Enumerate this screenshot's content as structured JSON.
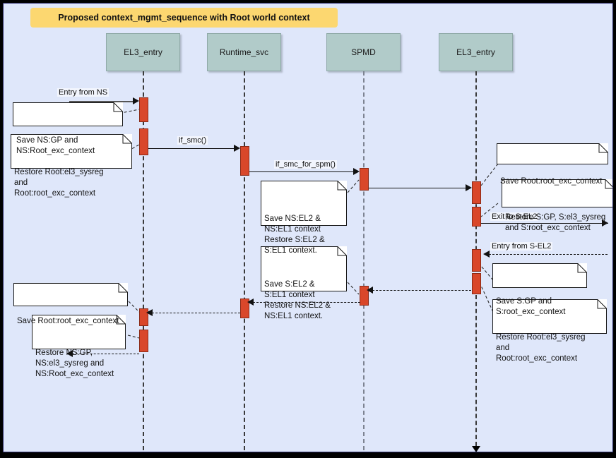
{
  "diagram": {
    "title": "Proposed context_mgmt_sequence with Root world context",
    "type": "uml-sequence-diagram",
    "colors": {
      "background": "#dfe7fa",
      "title_banner": "#fcd770",
      "participant_box": "#b1cbc9",
      "activation_bar": "#d9472a",
      "activation_border": "#8c2a16",
      "note_background": "#ffffff",
      "line": "#111111"
    },
    "participants": [
      {
        "id": "p1",
        "label": "EL3_entry"
      },
      {
        "id": "p2",
        "label": "Runtime_svc"
      },
      {
        "id": "p3",
        "label": "SPMD"
      },
      {
        "id": "p4",
        "label": "EL3_entry"
      }
    ],
    "messages": [
      {
        "id": "m1",
        "label": "Entry from NS",
        "kind": "call",
        "from": "external-left",
        "to": "p1"
      },
      {
        "id": "m2",
        "label": "if_smc()",
        "kind": "call",
        "from": "p1",
        "to": "p2"
      },
      {
        "id": "m3",
        "label": "if_smc_for_spm()",
        "kind": "call",
        "from": "p2",
        "to": "p3"
      },
      {
        "id": "m4",
        "label": "",
        "kind": "call",
        "from": "p3",
        "to": "p4"
      },
      {
        "id": "m5",
        "label": "Exit to S-EL2",
        "kind": "call",
        "from": "p4",
        "to": "external-right"
      },
      {
        "id": "m6",
        "label": "Entry from S-EL2",
        "kind": "return",
        "from": "external-right",
        "to": "p4"
      },
      {
        "id": "m7",
        "label": "",
        "kind": "return",
        "from": "p4",
        "to": "p3"
      },
      {
        "id": "m8",
        "label": "",
        "kind": "return",
        "from": "p3",
        "to": "p2"
      },
      {
        "id": "m9",
        "label": "",
        "kind": "return",
        "from": "p2",
        "to": "p1"
      },
      {
        "id": "m10",
        "label": "",
        "kind": "return",
        "from": "p1",
        "to": "external-left"
      }
    ],
    "notes": [
      {
        "id": "n1",
        "text": "Save NS:GP and\nNS:Root_exc_context",
        "attached_to": "p1"
      },
      {
        "id": "n2",
        "text": "Restore Root:el3_sysreg\nand\nRoot:root_exc_context",
        "attached_to": "p1"
      },
      {
        "id": "n3",
        "text": "Save NS:EL2 &\nNS:EL1 context\nRestore S:EL2 &\nS:EL1 context.",
        "attached_to": "p3"
      },
      {
        "id": "n4",
        "text": "Save Root:root_exc_context",
        "attached_to": "p4"
      },
      {
        "id": "n5",
        "text": "Restore S:GP, S:el3_sysreg\nand S:root_exc_context",
        "attached_to": "p4"
      },
      {
        "id": "n6",
        "text": "Save S:GP and\nS:root_exc_context",
        "attached_to": "p4"
      },
      {
        "id": "n7",
        "text": "Restore Root:el3_sysreg\nand\nRoot:root_exc_context",
        "attached_to": "p4"
      },
      {
        "id": "n8",
        "text": "Save S:EL2 &\nS:EL1 context\nRestore NS:EL2 &\nNS:EL1 context.",
        "attached_to": "p3"
      },
      {
        "id": "n9",
        "text": "Save Root:root_exc_context",
        "attached_to": "p1"
      },
      {
        "id": "n10",
        "text": "Restore NS:GP,\nNS:el3_sysreg and\nNS:Root_exc_context",
        "attached_to": "p1"
      }
    ]
  }
}
